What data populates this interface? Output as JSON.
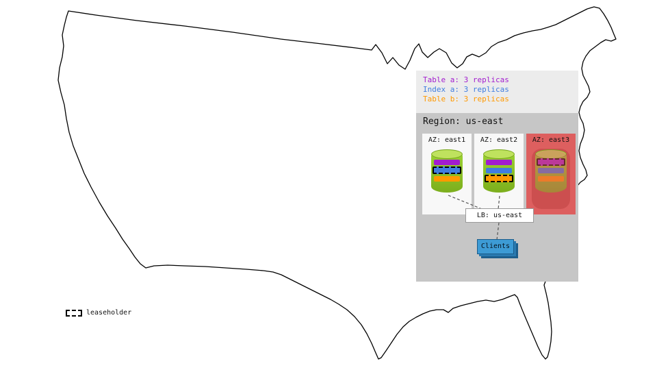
{
  "legend": {
    "items": [
      {
        "label": "Table a: 3 replicas",
        "color": "#a21ccf"
      },
      {
        "label": "Index a: 3 replicas",
        "color": "#3f7de0"
      },
      {
        "label": "Table b: 3 replicas",
        "color": "#ff9900"
      }
    ]
  },
  "region": {
    "title": "Region: us-east",
    "azs": [
      {
        "label": "AZ: east1",
        "status": "up",
        "replicas": [
          {
            "name": "Table a",
            "leaseholder": false
          },
          {
            "name": "Index a",
            "leaseholder": true
          },
          {
            "name": "Table b",
            "leaseholder": false
          }
        ]
      },
      {
        "label": "AZ: east2",
        "status": "up",
        "replicas": [
          {
            "name": "Table a",
            "leaseholder": false
          },
          {
            "name": "Index a",
            "leaseholder": false
          },
          {
            "name": "Table b",
            "leaseholder": true
          }
        ]
      },
      {
        "label": "AZ: east3",
        "status": "down",
        "replicas": [
          {
            "name": "Table a",
            "leaseholder": true
          },
          {
            "name": "Index a",
            "leaseholder": false
          },
          {
            "name": "Table b",
            "leaseholder": false
          }
        ]
      }
    ],
    "lb_label": "LB: us-east",
    "clients_label": "Clients"
  },
  "map_key": {
    "leaseholder_label": "leaseholder"
  },
  "colors": {
    "table_a": "#a21ccf",
    "index_a": "#3f7de0",
    "table_b": "#ff9900",
    "az_up_bg": "#f8f8f8",
    "az_down_bg": "#dd5f5f",
    "region_bg": "#c6c6c6",
    "legend_bg": "#ececec",
    "cylinder_green": "#8cc026",
    "clients_blue": "#3d9bd5"
  }
}
